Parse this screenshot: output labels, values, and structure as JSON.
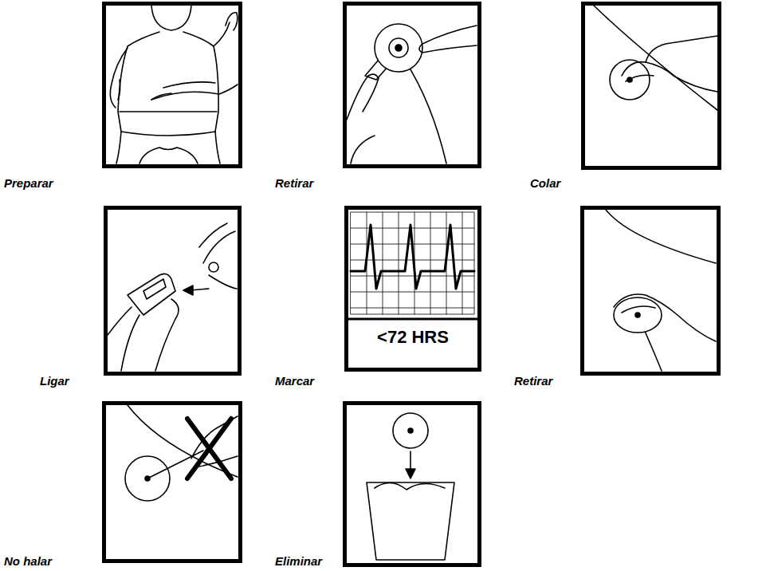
{
  "diagram": {
    "nodes": [
      {
        "text": [
          "Preparar"
        ]
      },
      {
        "text": [
          "Retirar"
        ]
      },
      {
        "text": [
          "Colar"
        ]
      },
      {
        "text": [
          "Ligar"
        ]
      },
      {
        "text": [
          "Marcar",
          "<72 HRS"
        ]
      },
      {
        "text": [
          "Retirar"
        ]
      },
      {
        "text": [
          "No halar"
        ]
      },
      {
        "text": [
          "Eliminar"
        ]
      }
    ]
  }
}
